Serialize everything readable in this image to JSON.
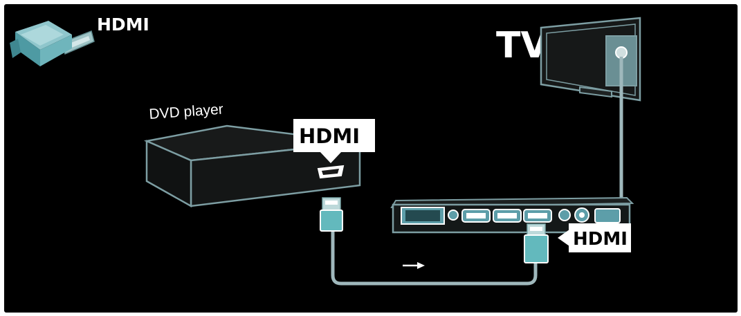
{
  "colors": {
    "background": "#000000",
    "frame": "#ffffff",
    "outline": "#7d9ea3",
    "device_fill": "#181a1a",
    "cable": "#9fb8bc",
    "plug": "#63b9bd",
    "plug_tip": "#bdd9da",
    "connector_fill": "#5d9ea9",
    "label_box": "#ffffff",
    "label_text": "#000000",
    "text": "#ffffff"
  },
  "legend": {
    "icon": "hdmi-connector-icon",
    "label": "HDMI"
  },
  "tv": {
    "label": "TV",
    "icon": "tv-monitor-icon"
  },
  "dvd": {
    "label": "DVD player",
    "port_label": "HDMI",
    "icon": "hdmi-port-icon"
  },
  "panel": {
    "port_label": "HDMI",
    "icon": "connection-panel-icon"
  },
  "cable": {
    "direction_icon": "arrow-right-icon"
  }
}
